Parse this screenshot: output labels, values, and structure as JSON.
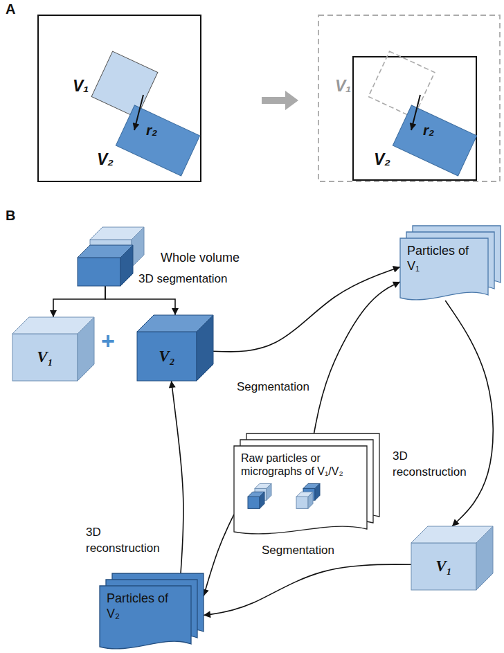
{
  "diagram": {
    "nodes": [
      {
        "text": [
          "Whole volume"
        ]
      },
      {
        "text": [
          "V₁"
        ]
      },
      {
        "text": [
          "V₂"
        ]
      },
      {
        "text": [
          "Particles of V₁"
        ]
      },
      {
        "text": [
          "Raw particles or micrographs of V₁/V₂"
        ]
      },
      {
        "text": [
          "V₁"
        ]
      },
      {
        "text": [
          "Particles of V₂"
        ]
      }
    ],
    "edges": [
      {
        "from": 0,
        "to": 1,
        "arrow": "to"
      },
      {
        "from": 0,
        "to": 2,
        "arrow": "to",
        "label": "3D segmentation"
      },
      {
        "from": 2,
        "to": 3,
        "arrow": "to",
        "label": "Segmentation"
      },
      {
        "from": 4,
        "to": 3,
        "arrow": "to"
      },
      {
        "from": 3,
        "to": 5,
        "arrow": "to",
        "label": "3D reconstruction"
      },
      {
        "from": 5,
        "to": 6,
        "arrow": "to",
        "label": "Segmentation"
      },
      {
        "from": 4,
        "to": 6,
        "arrow": "to"
      },
      {
        "from": 6,
        "to": 2,
        "arrow": "to",
        "label": "3D reconstruction"
      }
    ],
    "labels": [
      "A",
      "V₁",
      "r₂",
      "V₂",
      "V₁",
      "r₂",
      "V₂",
      "B",
      "+"
    ]
  }
}
